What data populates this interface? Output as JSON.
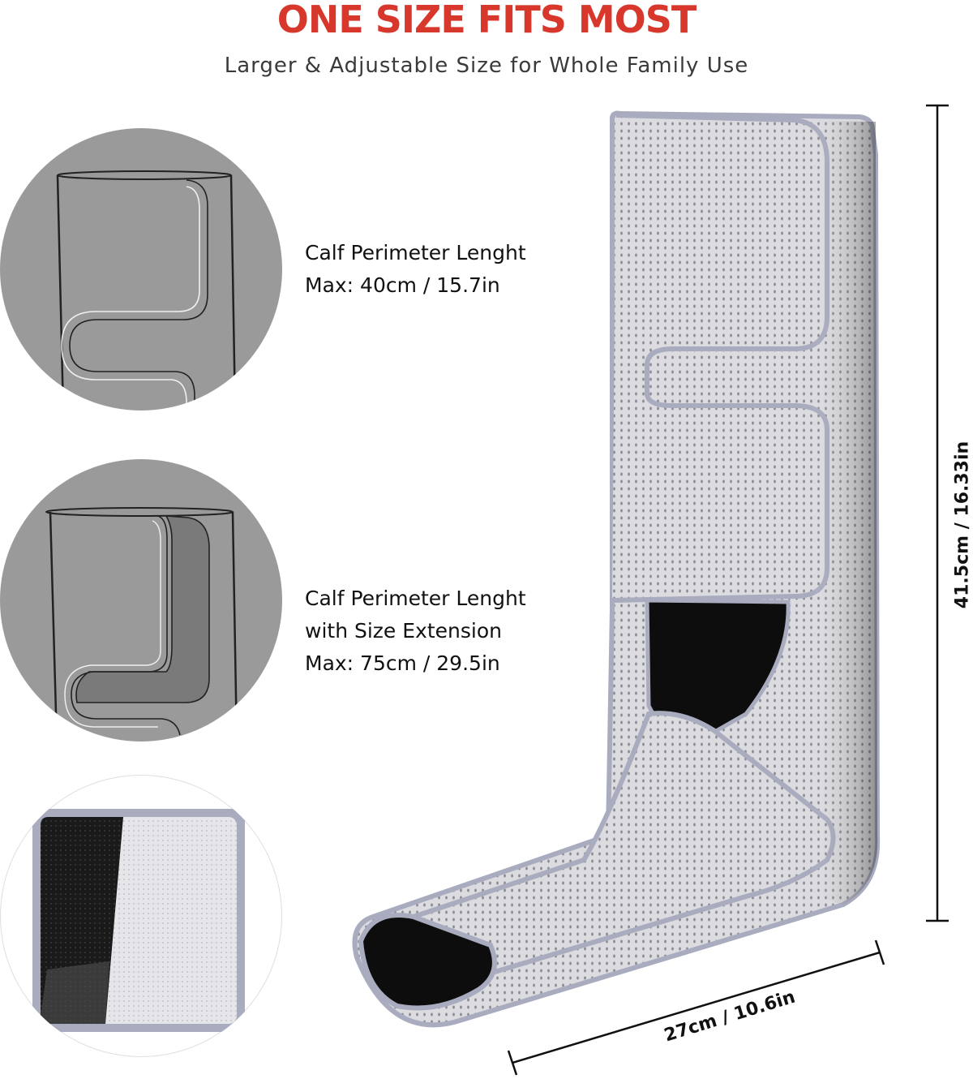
{
  "header": {
    "title": "ONE SIZE FITS MOST",
    "subtitle": "Larger & Adjustable Size for Whole Family Use"
  },
  "specs": [
    {
      "lines": [
        "Calf Perimeter Lenght",
        "Max: 40cm / 15.7in"
      ]
    },
    {
      "lines": [
        "Calf Perimeter Lenght",
        "with Size Extension",
        "Max: 75cm / 29.5in"
      ]
    }
  ],
  "dimensions": {
    "height_label": "41.5cm / 16.33in",
    "width_label": "27cm / 10.6in"
  },
  "colors": {
    "title": "#d8372b",
    "circle_gray": "#9a9a9a",
    "fabric": "#d9d9de",
    "trim": "#a9abbf",
    "lining": "#0d0d0d"
  },
  "icons": {
    "diagram_standard": "leg-wrap-outline-icon",
    "diagram_extended": "leg-wrap-extended-icon",
    "extension_panel": "extension-panel-icon",
    "product": "leg-massager-image"
  }
}
